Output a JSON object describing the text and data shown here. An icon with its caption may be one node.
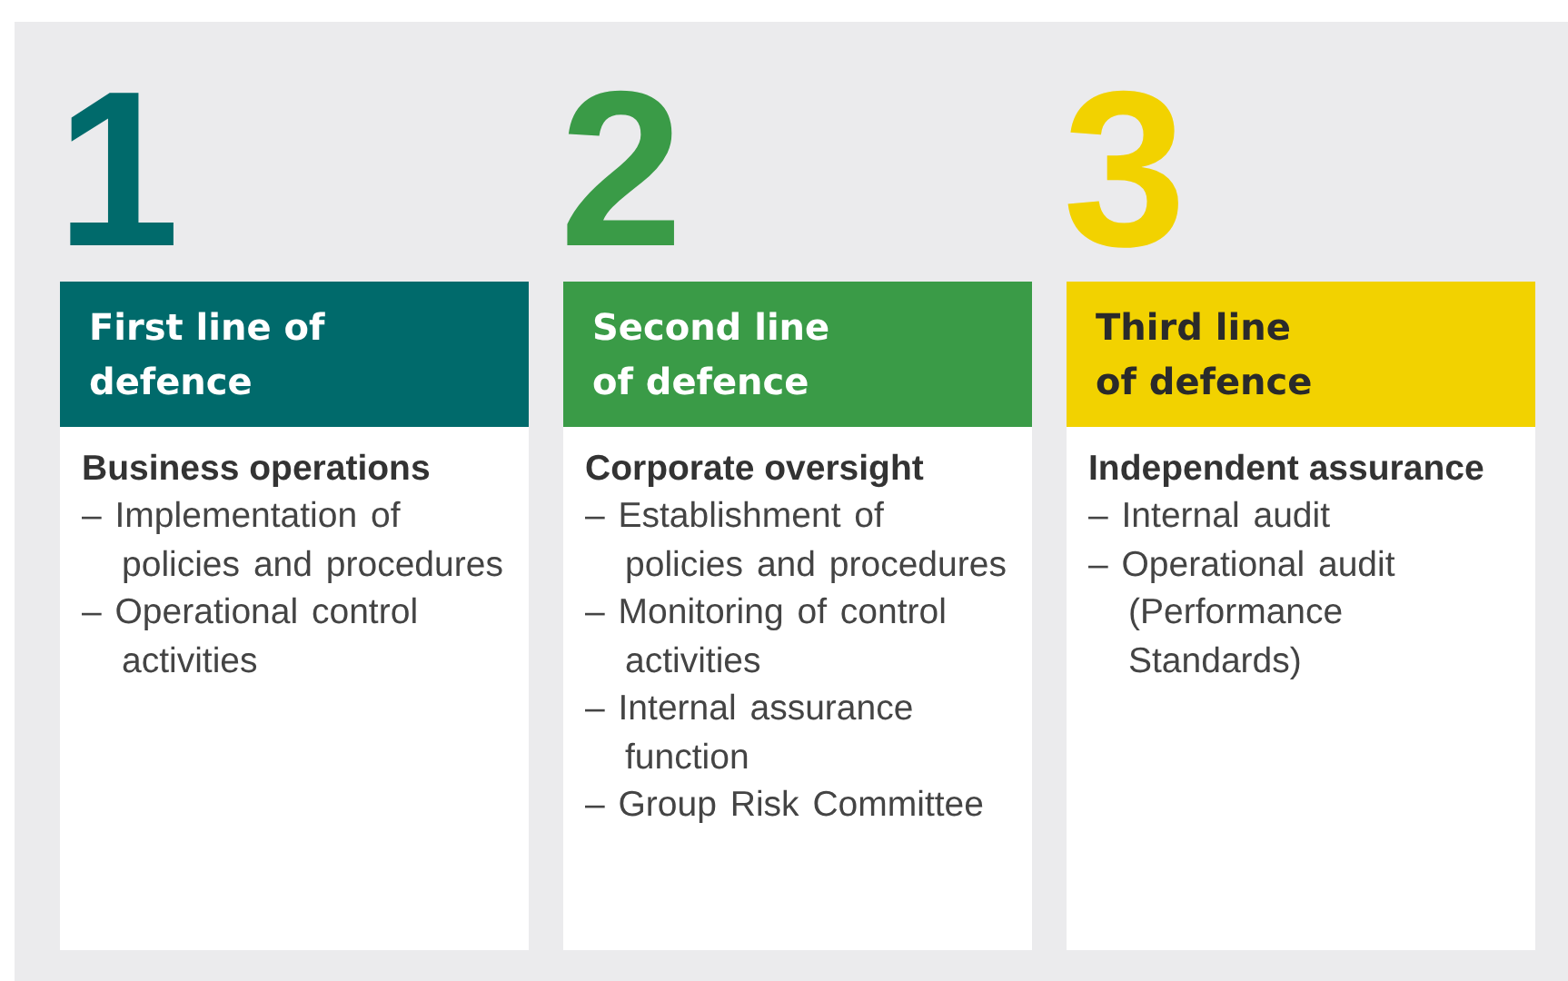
{
  "diagram": {
    "nodes": [
      {
        "text": [
          "First line of defence"
        ],
        "beside": [
          "1"
        ]
      },
      {
        "text": [
          "Business operations",
          "– Implementation of policies and procedures",
          "– Operational control activities"
        ]
      },
      {
        "text": [
          "Second line of defence"
        ],
        "beside": [
          "2"
        ]
      },
      {
        "text": [
          "Corporate oversight",
          "– Establishment of policies and procedures",
          "– Monitoring of control activities",
          "– Internal assurance function",
          "– Group Risk Committee"
        ]
      },
      {
        "text": [
          "Third line of defence"
        ],
        "beside": [
          "3"
        ]
      },
      {
        "text": [
          "Independent assurance",
          "– Internal audit",
          "– Operational audit (Performance Standards)"
        ]
      }
    ],
    "edges": []
  }
}
